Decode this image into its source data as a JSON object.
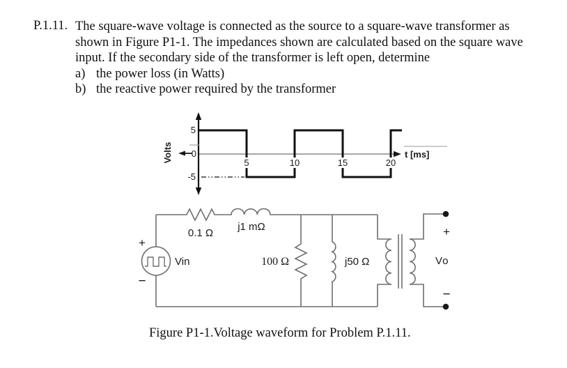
{
  "problem": {
    "number": "P.1.11.",
    "lines": [
      "The square-wave voltage is connected as the source to a square-wave transformer as",
      "shown in Figure P1-1. The impedances shown are calculated based on the square wave",
      "input. If the secondary side of the transformer is left open, determine"
    ],
    "items": [
      {
        "marker": "a)",
        "text": "the power loss (in Watts)"
      },
      {
        "marker": "b)",
        "text": "the reactive power required by the transformer"
      }
    ]
  },
  "waveform": {
    "ylabel": "Volts",
    "xlabel": "t [ms]",
    "yticks": [
      "5",
      "0",
      "-5"
    ],
    "xticks": [
      "5",
      "10",
      "15",
      "20"
    ]
  },
  "chart_data": {
    "type": "line",
    "title": "",
    "xlabel": "t [ms]",
    "ylabel": "Volts",
    "x": [
      0,
      5,
      5,
      10,
      10,
      15,
      15,
      20,
      20,
      21.2
    ],
    "y": [
      5,
      5,
      -5,
      -5,
      5,
      5,
      -5,
      -5,
      5,
      5
    ],
    "xlim": [
      0,
      21.5
    ],
    "ylim": [
      -7,
      7
    ],
    "xticks": [
      5,
      10,
      15,
      20
    ],
    "yticks": [
      -5,
      0,
      5
    ],
    "grid": false,
    "legend_position": "none",
    "description": "Square-wave voltage, amplitude ±5 V, period 10 ms"
  },
  "circuit": {
    "source_plus": "+",
    "source_minus": "−",
    "source_label": "Vin",
    "series_resistor": "0.1 Ω",
    "series_inductor": "j1 mΩ",
    "shunt_resistor": "100 Ω",
    "shunt_inductor": "j50 Ω",
    "secondary_plus": "+",
    "secondary_label": "Vo",
    "secondary_minus": "−"
  },
  "caption": "Figure P1-1.Voltage waveform for Problem P.1.11."
}
